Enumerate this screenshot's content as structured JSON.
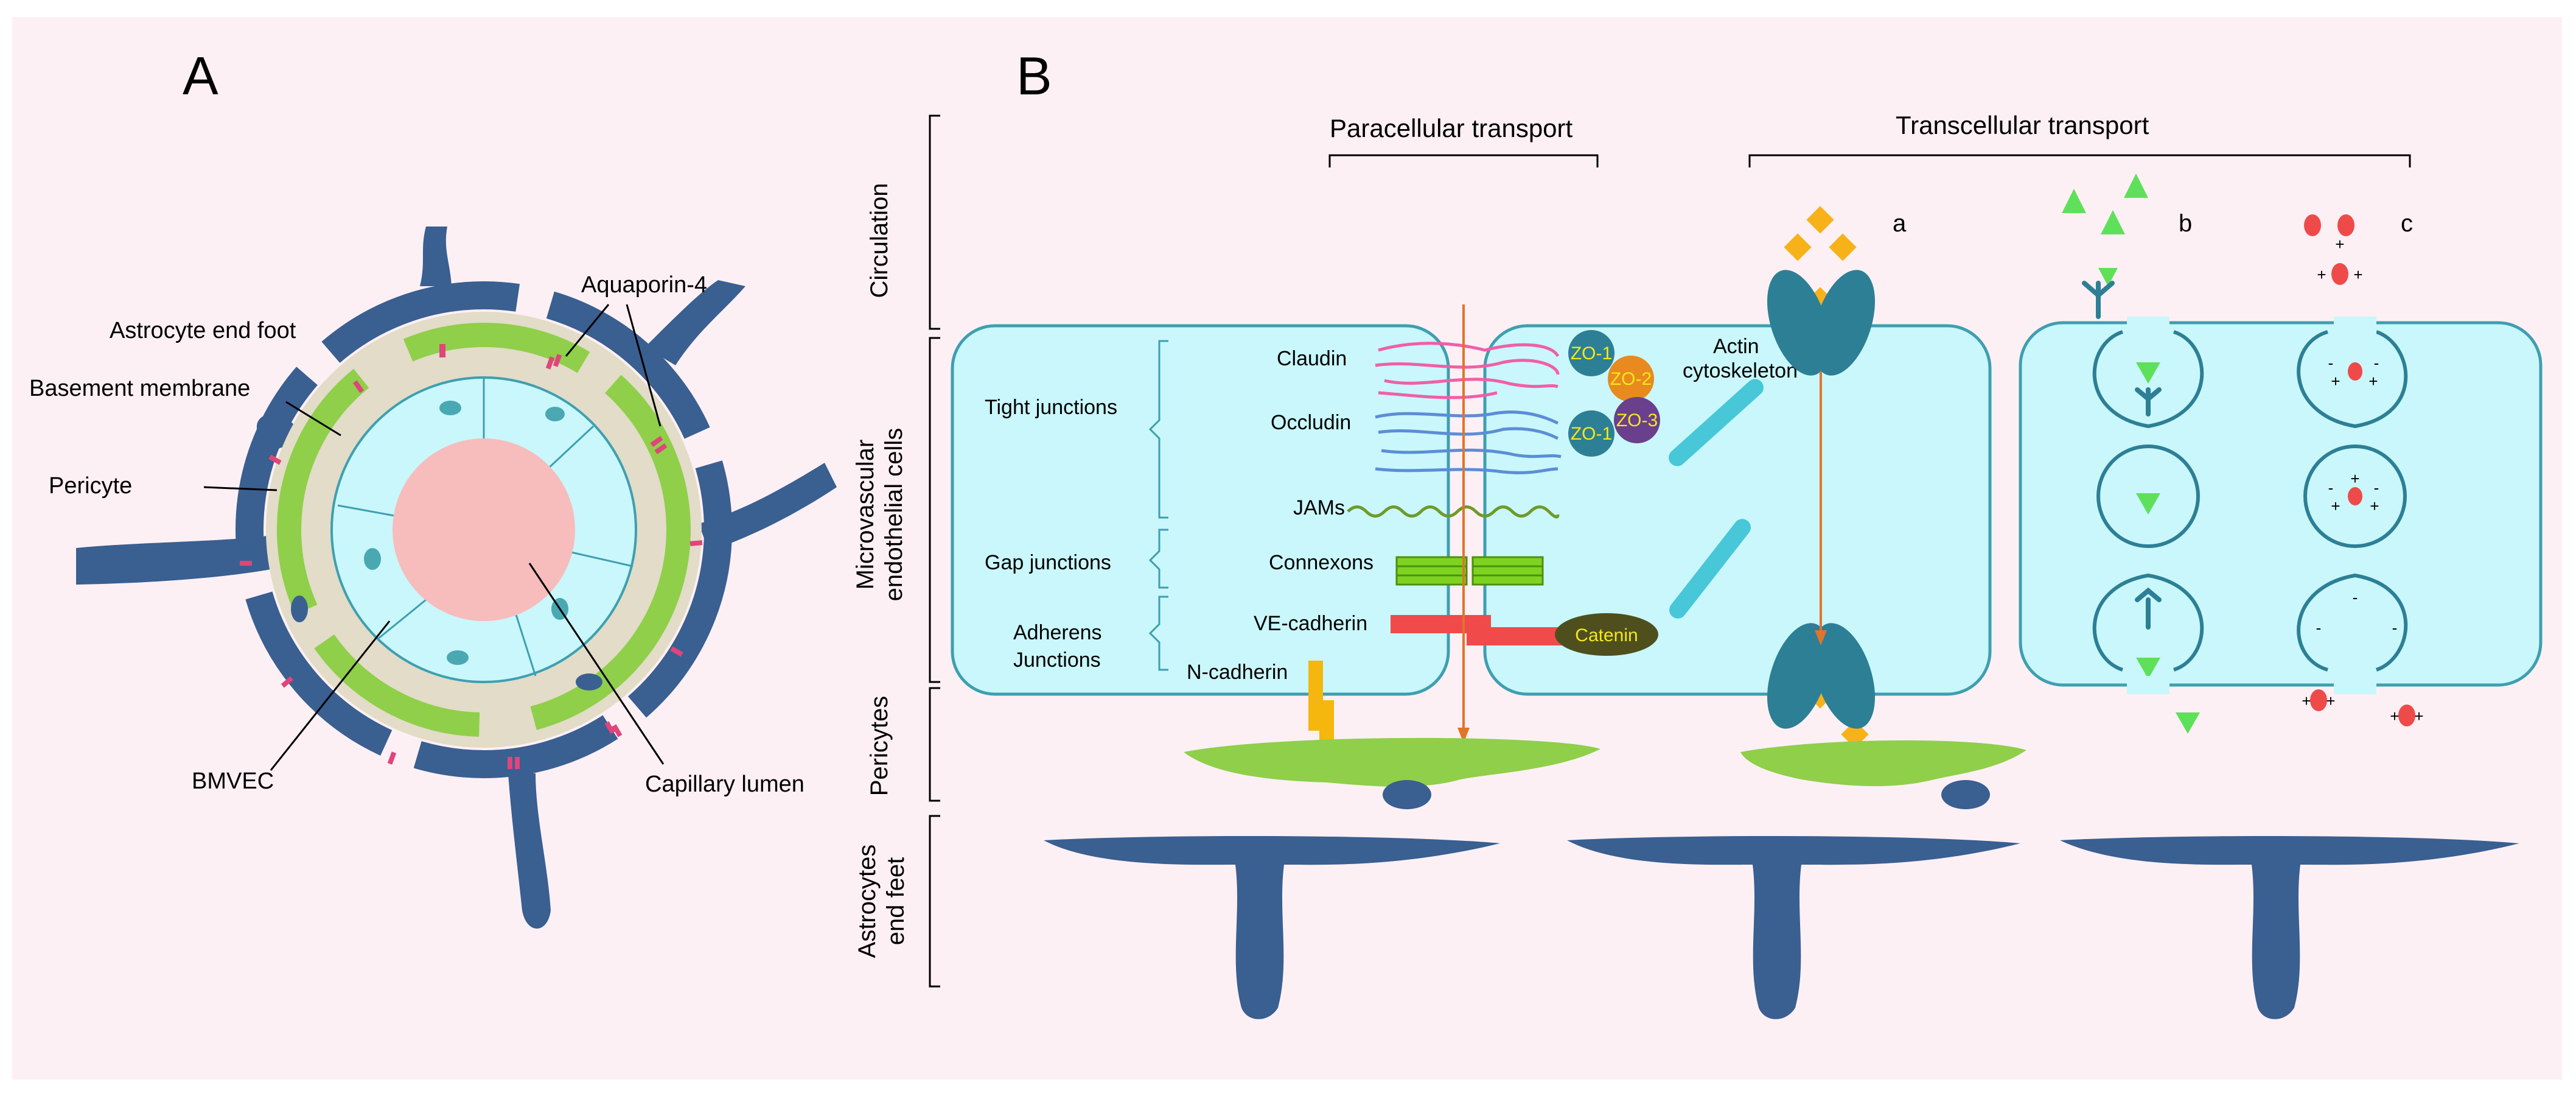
{
  "panels": {
    "a_label": "A",
    "b_label": "B"
  },
  "panel_a": {
    "astrocyte_end_foot": "Astrocyte end foot",
    "aquaporin": "Aquaporin-4",
    "basement_membrane": "Basement membrane",
    "pericyte": "Pericyte",
    "bmvec": "BMVEC",
    "capillary_lumen": "Capillary lumen"
  },
  "panel_b": {
    "paracellular": "Paracellular transport",
    "transcellular": "Transcellular transport",
    "route_a": "a",
    "route_b": "b",
    "route_c": "c",
    "layers": {
      "circulation": "Circulation",
      "endothelial_1": "Microvascular",
      "endothelial_2": "endothelial cells",
      "pericytes": "Pericytes",
      "astro_1": "Astrocytes",
      "astro_2": "end feet"
    },
    "junction_groups": {
      "tight": "Tight junctions",
      "gap": "Gap junctions",
      "adherens_1": "Adherens",
      "adherens_2": "Junctions"
    },
    "proteins": {
      "claudin": "Claudin",
      "occludin": "Occludin",
      "jams": "JAMs",
      "connexons": "Connexons",
      "ve_cadherin": "VE-cadherin",
      "n_cadherin": "N-cadherin",
      "zo1_top": "ZO-1",
      "zo2": "ZO-2",
      "zo1_bottom": "ZO-1",
      "zo3": "ZO-3",
      "catenin": "Catenin",
      "actin_1": "Actin",
      "actin_2": "cytoskeleton"
    },
    "charges": {
      "plus": "+",
      "minus": "-"
    }
  },
  "colors": {
    "background": "#fdf0f4",
    "astrocyte": "#3a5f91",
    "basement": "#e2dcc8",
    "pericyte_green": "#8fcf4a",
    "endothelium": "#c9f7fb",
    "endothelium_edge": "#3e9fb0",
    "lumen": "#f7bcbc",
    "nucleus_teal": "#4aa8b2",
    "aquaporin": "#e0457b",
    "claudin": "#f05fa8",
    "occludin": "#5b8ed6",
    "jams": "#6f9a2a",
    "connexon": "#7ed321",
    "ve_cadherin": "#f04a4a",
    "n_cadherin": "#f5b60e",
    "zo1": "#2d7f95",
    "zo2": "#e88a1e",
    "zo3": "#6a3f8c",
    "catenin": "#4f4f1e",
    "actin": "#47c7d8",
    "receptor": "#2d7f95",
    "diamond": "#f7b21a",
    "triangle": "#5fe05a",
    "cation": "#ef4a4a",
    "arrow": "#e0742a"
  }
}
